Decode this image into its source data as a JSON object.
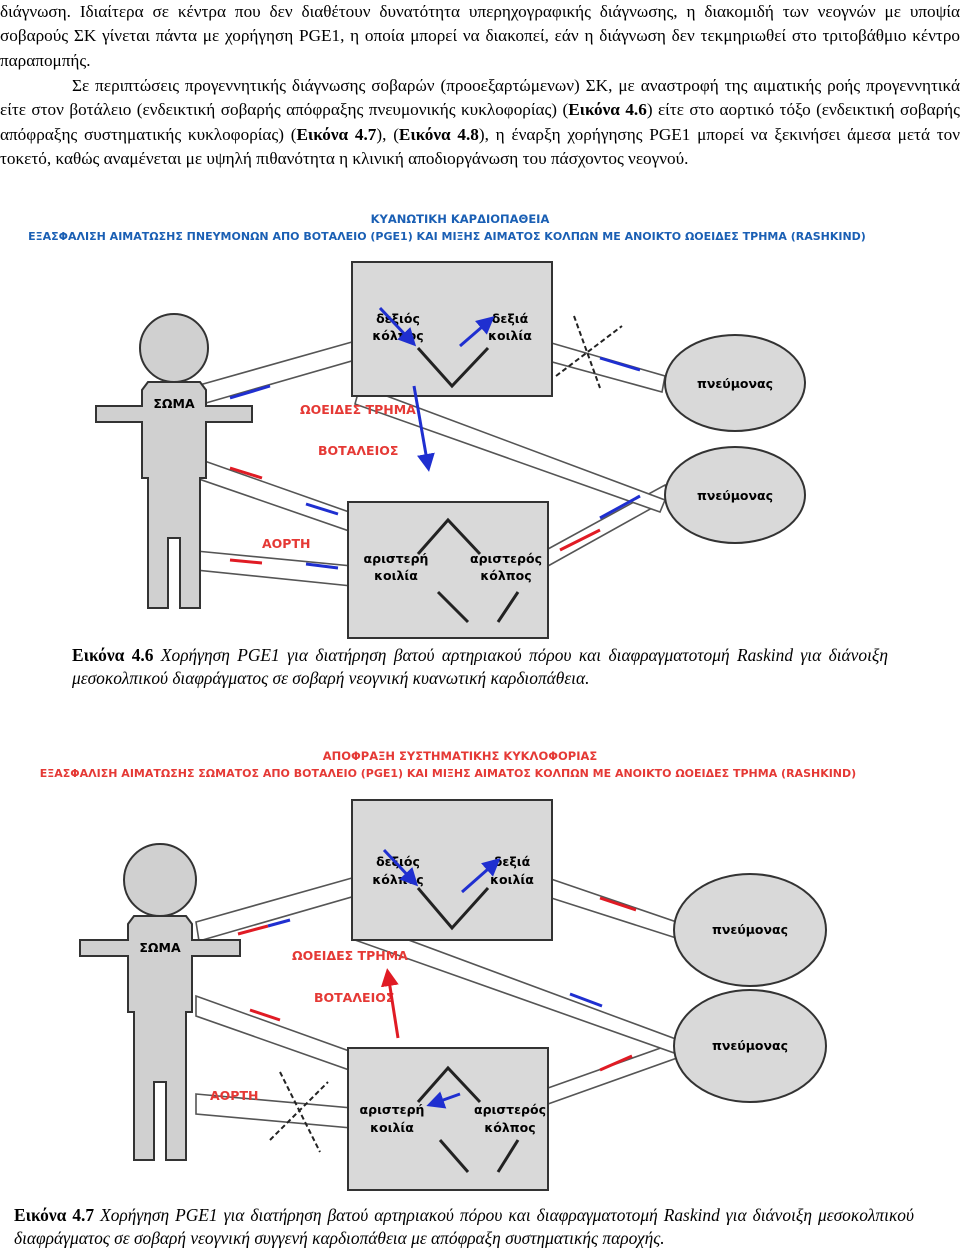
{
  "text": {
    "p1": "διάγνωση. Ιδιαίτερα σε κέντρα που δεν διαθέτουν δυνατότητα υπερηχογραφικής διάγνωσης, η διακομιδή των νεογνών με υποψία σοβαρούς ΣΚ γίνεται πάντα με χορήγηση PGE1, η οποία μπορεί να διακοπεί, εάν η διάγνωση δεν τεκμηριωθεί στο τριτοβάθμιο κέντρο παραπομπής.",
    "p2_a": "Σε περιπτώσεις προγεννητικής διάγνωσης σοβαρών (προοεξαρτώμενων) ΣΚ, με αναστροφή της αιματικής ροής προγεννητικά είτε στον βοτάλειο (ενδεικτική σοβαρής απόφραξης πνευμονικής κυκλοφορίας) (",
    "p2_ref1": "Εικόνα 4.6",
    "p2_b": ") είτε στο αορτικό τόξο (ενδεικτική σοβαρής απόφραξης συστηματικής κυκλοφορίας) (",
    "p2_ref2": "Εικόνα 4.7",
    "p2_c": "), (",
    "p2_ref3": "Εικόνα 4.8",
    "p2_d": "), η έναρξη χορήγησης PGE1 μπορεί να ξεκινήσει άμεσα μετά τον τοκετό, καθώς αναμένεται με υψηλή πιθανότητα η κλινική αποδιοργάνωση του πάσχοντος νεογνού."
  },
  "figure1": {
    "title1": "ΚΥΑΝΩΤΙΚΗ ΚΑΡΔΙΟΠΑΘΕΙΑ",
    "title2": "ΕΞΑΣΦΑΛΙΣΗ ΑΙΜΑΤΩΣΗΣ ΠΝΕΥΜΟΝΩΝ ΑΠΟ ΒΟΤΑΛΕΙΟ (PGE1) ΚΑΙ ΜΙΞΗΣ ΑΙΜΑΤΟΣ ΚΟΛΠΩΝ ΜΕ ΑΝΟΙΚΤΟ ΩΟΕΙΔΕΣ ΤΡΗΜΑ (RASHKIND)",
    "ra1": "δεξιός",
    "ra2": "κόλπος",
    "rv1": "δεξιά",
    "rv2": "κοιλία",
    "lv1": "αριστερή",
    "lv2": "κοιλία",
    "la1": "αριστερός",
    "la2": "κόλπος",
    "lung1": "πνεύμονας",
    "lung2": "πνεύμονας",
    "body": "ΣΩΜΑ",
    "foramen": "ΩΟΕΙΔΕΣ ΤΡΗΜΑ",
    "ductus": "ΒΟΤΑΛΕΙΟΣ",
    "aorta": "ΑΟΡΤΗ"
  },
  "figure2": {
    "title1": "ΑΠΟΦΡΑΞΗ ΣΥΣΤΗΜΑΤΙΚΗΣ ΚΥΚΛΟΦΟΡΙΑΣ",
    "title2": "ΕΞΑΣΦΑΛΙΣΗ ΑΙΜΑΤΩΣΗΣ ΣΩΜΑΤΟΣ ΑΠΟ ΒΟΤΑΛΕΙΟ (PGE1) ΚΑΙ ΜΙΞΗΣ ΑΙΜΑΤΟΣ ΚΟΛΠΩΝ ΜΕ ΑΝΟΙΚΤΟ ΩΟΕΙΔΕΣ ΤΡΗΜΑ (RASHKIND)",
    "ra1": "δεξιός",
    "ra2": "κόλπος",
    "rv1": "δεξιά",
    "rv2": "κοιλία",
    "lv1": "αριστερή",
    "lv2": "κοιλία",
    "la1": "αριστερός",
    "la2": "κόλπος",
    "lung1": "πνεύμονας",
    "lung2": "πνεύμονας",
    "body": "ΣΩΜΑ",
    "foramen": "ΩΟΕΙΔΕΣ ΤΡΗΜΑ",
    "ductus": "ΒΟΤΑΛΕΙΟΣ",
    "aorta": "ΑΟΡΤΗ"
  },
  "caption1": {
    "label": "Εικόνα 4.6",
    "text": " Χορήγηση PGE1 για διατήρηση βατού αρτηριακού πόρου και διαφραγματοτομή Raskind για διάνοιξη μεσοκολπικού διαφράγματος σε σοβαρή νεογνική κυανωτική καρδιοπάθεια."
  },
  "caption2": {
    "label": "Εικόνα 4.7",
    "text": " Χορήγηση PGE1 για διατήρηση βατού αρτηριακού πόρου και διαφραγματοτομή Raskind για διάνοιξη μεσοκολπικού διαφράγματος σε σοβαρή νεογνική συγγενή καρδιοπάθεια με απόφραξη συστηματικής παροχής."
  },
  "colors": {
    "title_blue": "#1a5fb4",
    "label_red": "#e53935",
    "arrow_blue": "#1f2fd0",
    "arrow_red": "#e01b24",
    "box_gray": "#d9d9d9",
    "shape_gray": "#d0d0d0"
  }
}
